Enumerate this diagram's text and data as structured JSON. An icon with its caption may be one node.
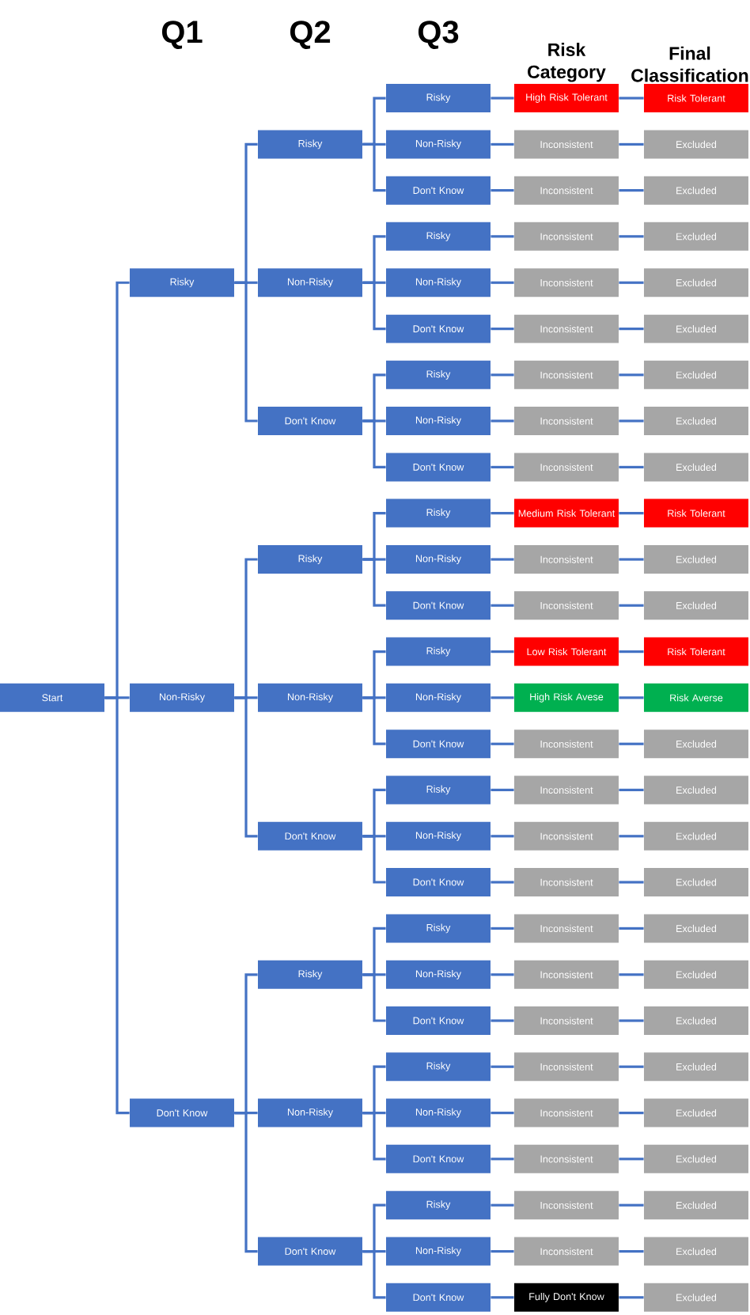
{
  "diagram": {
    "nodes": [
      {
        "text": [
          "Start"
        ]
      },
      {
        "text": [
          "Risky"
        ]
      },
      {
        "text": [
          "Non-Risky"
        ]
      },
      {
        "text": [
          "Don't Know"
        ]
      },
      {
        "text": [
          "Risky"
        ]
      },
      {
        "text": [
          "Non-Risky"
        ]
      },
      {
        "text": [
          "Don't Know"
        ]
      },
      {
        "text": [
          "Risky"
        ]
      },
      {
        "text": [
          "Non-Risky"
        ]
      },
      {
        "text": [
          "Don't Know"
        ]
      },
      {
        "text": [
          "Risky"
        ]
      },
      {
        "text": [
          "Non-Risky"
        ]
      },
      {
        "text": [
          "Don't Know"
        ]
      },
      {
        "text": [
          "Risky"
        ]
      },
      {
        "text": [
          "Non-Risky"
        ]
      },
      {
        "text": [
          "Don't Know"
        ]
      },
      {
        "text": [
          "Risky"
        ]
      },
      {
        "text": [
          "Non-Risky"
        ]
      },
      {
        "text": [
          "Don't Know"
        ]
      },
      {
        "text": [
          "Risky"
        ]
      },
      {
        "text": [
          "Non-Risky"
        ]
      },
      {
        "text": [
          "Don't Know"
        ]
      },
      {
        "text": [
          "Risky"
        ]
      },
      {
        "text": [
          "Non-Risky"
        ]
      },
      {
        "text": [
          "Don't Know"
        ]
      },
      {
        "text": [
          "Risky"
        ]
      },
      {
        "text": [
          "Non-Risky"
        ]
      },
      {
        "text": [
          "Don't Know"
        ]
      },
      {
        "text": [
          "Risky"
        ]
      },
      {
        "text": [
          "Non-Risky"
        ]
      },
      {
        "text": [
          "Don't Know"
        ]
      },
      {
        "text": [
          "Risky"
        ]
      },
      {
        "text": [
          "Non-Risky"
        ]
      },
      {
        "text": [
          "Don't Know"
        ]
      },
      {
        "text": [
          "Risky"
        ]
      },
      {
        "text": [
          "Non-Risky"
        ]
      },
      {
        "text": [
          "Don't Know"
        ]
      },
      {
        "text": [
          "Risky"
        ]
      },
      {
        "text": [
          "Non-Risky"
        ]
      },
      {
        "text": [
          "Don't Know"
        ]
      },
      {
        "text": [
          "High Risk Tolerant"
        ]
      },
      {
        "text": [
          "Inconsistent"
        ]
      },
      {
        "text": [
          "Inconsistent"
        ]
      },
      {
        "text": [
          "Inconsistent"
        ]
      },
      {
        "text": [
          "Inconsistent"
        ]
      },
      {
        "text": [
          "Inconsistent"
        ]
      },
      {
        "text": [
          "Inconsistent"
        ]
      },
      {
        "text": [
          "Inconsistent"
        ]
      },
      {
        "text": [
          "Inconsistent"
        ]
      },
      {
        "text": [
          "Medium Risk Tolerant"
        ]
      },
      {
        "text": [
          "Inconsistent"
        ]
      },
      {
        "text": [
          "Inconsistent"
        ]
      },
      {
        "text": [
          "Low Risk Tolerant"
        ]
      },
      {
        "text": [
          "High Risk Avese"
        ]
      },
      {
        "text": [
          "Inconsistent"
        ]
      },
      {
        "text": [
          "Inconsistent"
        ]
      },
      {
        "text": [
          "Inconsistent"
        ]
      },
      {
        "text": [
          "Inconsistent"
        ]
      },
      {
        "text": [
          "Inconsistent"
        ]
      },
      {
        "text": [
          "Inconsistent"
        ]
      },
      {
        "text": [
          "Inconsistent"
        ]
      },
      {
        "text": [
          "Inconsistent"
        ]
      },
      {
        "text": [
          "Inconsistent"
        ]
      },
      {
        "text": [
          "Inconsistent"
        ]
      },
      {
        "text": [
          "Inconsistent"
        ]
      },
      {
        "text": [
          "Inconsistent"
        ]
      },
      {
        "text": [
          "Fully Don't Know"
        ]
      },
      {
        "text": [
          "Risk Tolerant"
        ]
      },
      {
        "text": [
          "Excluded"
        ]
      },
      {
        "text": [
          "Excluded"
        ]
      },
      {
        "text": [
          "Excluded"
        ]
      },
      {
        "text": [
          "Excluded"
        ]
      },
      {
        "text": [
          "Excluded"
        ]
      },
      {
        "text": [
          "Excluded"
        ]
      },
      {
        "text": [
          "Excluded"
        ]
      },
      {
        "text": [
          "Excluded"
        ]
      },
      {
        "text": [
          "Risk Tolerant"
        ]
      },
      {
        "text": [
          "Excluded"
        ]
      },
      {
        "text": [
          "Excluded"
        ]
      },
      {
        "text": [
          "Risk Tolerant"
        ]
      },
      {
        "text": [
          "Risk Averse"
        ]
      },
      {
        "text": [
          "Excluded"
        ]
      },
      {
        "text": [
          "Excluded"
        ]
      },
      {
        "text": [
          "Excluded"
        ]
      },
      {
        "text": [
          "Excluded"
        ]
      },
      {
        "text": [
          "Excluded"
        ]
      },
      {
        "text": [
          "Excluded"
        ]
      },
      {
        "text": [
          "Excluded"
        ]
      },
      {
        "text": [
          "Excluded"
        ]
      },
      {
        "text": [
          "Excluded"
        ]
      },
      {
        "text": [
          "Excluded"
        ]
      },
      {
        "text": [
          "Excluded"
        ]
      },
      {
        "text": [
          "Excluded"
        ]
      },
      {
        "text": [
          "Excluded"
        ]
      }
    ],
    "edges": [
      {
        "from": 0,
        "to": 1,
        "arrow": "none"
      },
      {
        "from": 0,
        "to": 2,
        "arrow": "none"
      },
      {
        "from": 0,
        "to": 3,
        "arrow": "none"
      },
      {
        "from": 1,
        "to": 4,
        "arrow": "none"
      },
      {
        "from": 1,
        "to": 5,
        "arrow": "none"
      },
      {
        "from": 1,
        "to": 6,
        "arrow": "none"
      },
      {
        "from": 2,
        "to": 7,
        "arrow": "none"
      },
      {
        "from": 2,
        "to": 8,
        "arrow": "none"
      },
      {
        "from": 2,
        "to": 9,
        "arrow": "none"
      },
      {
        "from": 3,
        "to": 10,
        "arrow": "none"
      },
      {
        "from": 3,
        "to": 11,
        "arrow": "none"
      },
      {
        "from": 3,
        "to": 12,
        "arrow": "none"
      },
      {
        "from": 4,
        "to": 13,
        "arrow": "none"
      },
      {
        "from": 4,
        "to": 14,
        "arrow": "none"
      },
      {
        "from": 4,
        "to": 15,
        "arrow": "none"
      },
      {
        "from": 5,
        "to": 16,
        "arrow": "none"
      },
      {
        "from": 5,
        "to": 17,
        "arrow": "none"
      },
      {
        "from": 5,
        "to": 18,
        "arrow": "none"
      },
      {
        "from": 6,
        "to": 19,
        "arrow": "none"
      },
      {
        "from": 6,
        "to": 20,
        "arrow": "none"
      },
      {
        "from": 6,
        "to": 21,
        "arrow": "none"
      },
      {
        "from": 7,
        "to": 22,
        "arrow": "none"
      },
      {
        "from": 7,
        "to": 23,
        "arrow": "none"
      },
      {
        "from": 7,
        "to": 24,
        "arrow": "none"
      },
      {
        "from": 8,
        "to": 25,
        "arrow": "none"
      },
      {
        "from": 8,
        "to": 26,
        "arrow": "none"
      },
      {
        "from": 8,
        "to": 27,
        "arrow": "none"
      },
      {
        "from": 9,
        "to": 28,
        "arrow": "none"
      },
      {
        "from": 9,
        "to": 29,
        "arrow": "none"
      },
      {
        "from": 9,
        "to": 30,
        "arrow": "none"
      },
      {
        "from": 10,
        "to": 31,
        "arrow": "none"
      },
      {
        "from": 10,
        "to": 32,
        "arrow": "none"
      },
      {
        "from": 10,
        "to": 33,
        "arrow": "none"
      },
      {
        "from": 11,
        "to": 34,
        "arrow": "none"
      },
      {
        "from": 11,
        "to": 35,
        "arrow": "none"
      },
      {
        "from": 11,
        "to": 36,
        "arrow": "none"
      },
      {
        "from": 12,
        "to": 37,
        "arrow": "none"
      },
      {
        "from": 12,
        "to": 38,
        "arrow": "none"
      },
      {
        "from": 12,
        "to": 39,
        "arrow": "none"
      },
      {
        "from": 13,
        "to": 40,
        "arrow": "none"
      },
      {
        "from": 14,
        "to": 41,
        "arrow": "none"
      },
      {
        "from": 15,
        "to": 42,
        "arrow": "none"
      },
      {
        "from": 16,
        "to": 43,
        "arrow": "none"
      },
      {
        "from": 17,
        "to": 44,
        "arrow": "none"
      },
      {
        "from": 18,
        "to": 45,
        "arrow": "none"
      },
      {
        "from": 19,
        "to": 46,
        "arrow": "none"
      },
      {
        "from": 20,
        "to": 47,
        "arrow": "none"
      },
      {
        "from": 21,
        "to": 48,
        "arrow": "none"
      },
      {
        "from": 22,
        "to": 49,
        "arrow": "none"
      },
      {
        "from": 23,
        "to": 50,
        "arrow": "none"
      },
      {
        "from": 24,
        "to": 51,
        "arrow": "none"
      },
      {
        "from": 25,
        "to": 52,
        "arrow": "none"
      },
      {
        "from": 26,
        "to": 53,
        "arrow": "none"
      },
      {
        "from": 27,
        "to": 54,
        "arrow": "none"
      },
      {
        "from": 28,
        "to": 55,
        "arrow": "none"
      },
      {
        "from": 29,
        "to": 56,
        "arrow": "none"
      },
      {
        "from": 30,
        "to": 57,
        "arrow": "none"
      },
      {
        "from": 31,
        "to": 58,
        "arrow": "none"
      },
      {
        "from": 32,
        "to": 59,
        "arrow": "none"
      },
      {
        "from": 33,
        "to": 60,
        "arrow": "none"
      },
      {
        "from": 34,
        "to": 61,
        "arrow": "none"
      },
      {
        "from": 35,
        "to": 62,
        "arrow": "none"
      },
      {
        "from": 36,
        "to": 63,
        "arrow": "none"
      },
      {
        "from": 37,
        "to": 64,
        "arrow": "none"
      },
      {
        "from": 38,
        "to": 65,
        "arrow": "none"
      },
      {
        "from": 39,
        "to": 66,
        "arrow": "none"
      },
      {
        "from": 40,
        "to": 67,
        "arrow": "none"
      },
      {
        "from": 41,
        "to": 68,
        "arrow": "none"
      },
      {
        "from": 42,
        "to": 69,
        "arrow": "none"
      },
      {
        "from": 43,
        "to": 70,
        "arrow": "none"
      },
      {
        "from": 44,
        "to": 71,
        "arrow": "none"
      },
      {
        "from": 45,
        "to": 72,
        "arrow": "none"
      },
      {
        "from": 46,
        "to": 73,
        "arrow": "none"
      },
      {
        "from": 47,
        "to": 74,
        "arrow": "none"
      },
      {
        "from": 48,
        "to": 75,
        "arrow": "none"
      },
      {
        "from": 49,
        "to": 76,
        "arrow": "none"
      },
      {
        "from": 50,
        "to": 77,
        "arrow": "none"
      },
      {
        "from": 51,
        "to": 78,
        "arrow": "none"
      },
      {
        "from": 52,
        "to": 79,
        "arrow": "none"
      },
      {
        "from": 53,
        "to": 80,
        "arrow": "none"
      },
      {
        "from": 54,
        "to": 81,
        "arrow": "none"
      },
      {
        "from": 55,
        "to": 82,
        "arrow": "none"
      },
      {
        "from": 56,
        "to": 83,
        "arrow": "none"
      },
      {
        "from": 57,
        "to": 84,
        "arrow": "none"
      },
      {
        "from": 58,
        "to": 85,
        "arrow": "none"
      },
      {
        "from": 59,
        "to": 86,
        "arrow": "none"
      },
      {
        "from": 60,
        "to": 87,
        "arrow": "none"
      },
      {
        "from": 61,
        "to": 88,
        "arrow": "none"
      },
      {
        "from": 62,
        "to": 89,
        "arrow": "none"
      },
      {
        "from": 63,
        "to": 90,
        "arrow": "none"
      },
      {
        "from": 64,
        "to": 91,
        "arrow": "none"
      },
      {
        "from": 65,
        "to": 92,
        "arrow": "none"
      },
      {
        "from": 66,
        "to": 93,
        "arrow": "none"
      }
    ],
    "labels": [
      "Q1",
      "Q2",
      "Q3",
      "Risk Category",
      "Final Classification"
    ]
  }
}
